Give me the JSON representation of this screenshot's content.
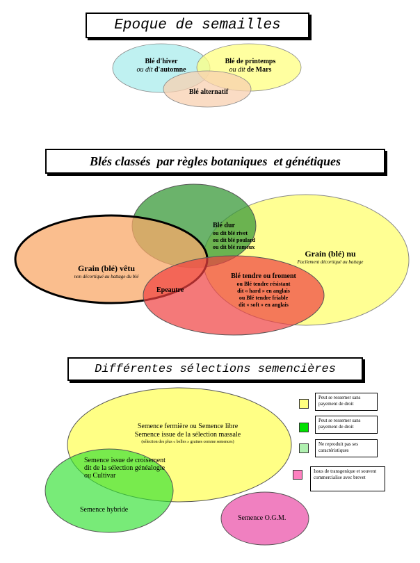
{
  "section1": {
    "title": "Epoque de semailles",
    "winter_l1": "Blé d'hiver",
    "winter_l2a": "ou dit",
    "winter_l2b": " d'automne",
    "spring_l1": "Blé de printemps",
    "spring_l2a": "ou dit",
    "spring_l2b": " de Mars",
    "alt": "Blé alternatif"
  },
  "section2": {
    "title": "Blés classés  par règles botaniques  et génétiques",
    "dur": [
      "Blé dur",
      "ou dit blé rivet",
      "ou dit blé poulard",
      "ou dit blé rameux"
    ],
    "nu_title": "Grain (blé) nu",
    "nu_sub": "Facilement décortiqué au battage",
    "vetu_title": "Grain (blé) vêtu",
    "vetu_sub": "non décortiqué au battage du blé",
    "epeautre": "Epeautre",
    "tendre": [
      "Blé tendre ou froment",
      "ou Blé tendre résistant",
      "dit « hard » en anglais",
      "ou Blé tendre friable",
      "dit « soft » en anglais"
    ]
  },
  "section3": {
    "title": "Différentes sélections semencières",
    "fermiere": [
      "Semence fermière ou Semence libre",
      "Semence issue de la sélection massale"
    ],
    "fermiere_note": "(sélection des plus « belles » graines comme semences)",
    "croisement": [
      "Semence issue de croisement",
      "dit de la sélection généalogie",
      "ou Cultivar"
    ],
    "hybride": "Semence hybride",
    "ogm": "Semence O.G.M.",
    "legend": [
      {
        "text": "Peut se ressemer sans payement de droit",
        "color": "#ffff80"
      },
      {
        "text": "Peut se ressemer sans payement de droit",
        "color": "#00e000"
      },
      {
        "text": "Ne reproduit pas ses caractéristiques",
        "color": "#b0f0b0"
      },
      {
        "text": "Issus de transgenique et souvent commercialise avec brevet",
        "color": "#ff80c0"
      }
    ]
  },
  "colors": {
    "winter": "#b8f0f0",
    "spring": "#ffff80",
    "alt": "#f8d0b0",
    "dur": "#3a9a3a",
    "nu": "#ffff80",
    "vetu": "#f8a868",
    "tendre": "#f04040",
    "fermiere": "#ffff70",
    "croisement": "#30e030",
    "ogm": "#f080c0"
  }
}
